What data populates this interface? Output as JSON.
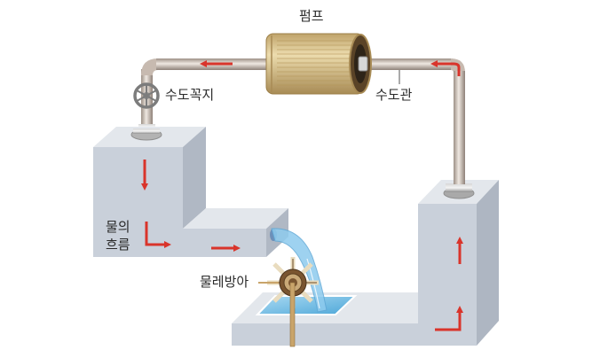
{
  "diagram": {
    "title": "물의 흐름과 전기 회로 비유 (수도 모형)",
    "labels": {
      "pump": "펌프",
      "faucet": "수도꼭지",
      "pipe": "수도관",
      "water_flow_line1": "물의",
      "water_flow_line2": "흐름",
      "water_wheel": "물레방아"
    },
    "flow_direction": "counter-clockwise",
    "colors": {
      "arrow": "#d9342b",
      "block_front": "#c9d0da",
      "block_top": "#e3e7ec",
      "block_side": "#aeb6c2",
      "pipe": "#c9bdb0",
      "pump_body": "#d9c08a",
      "water": "#7fc3e8"
    }
  }
}
